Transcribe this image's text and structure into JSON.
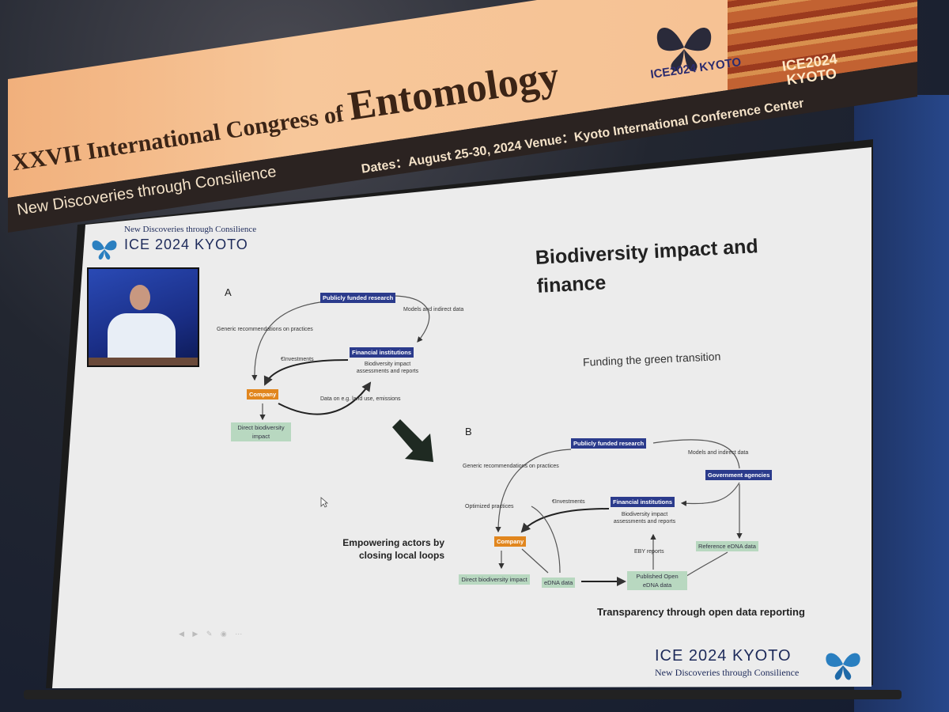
{
  "banner": {
    "congress_prefix": "XXVII International Congress of",
    "congress_main": "Entomology",
    "tagline": "New Discoveries through Consilience",
    "dates": "Dates：August 25-30, 2024  Venue：Kyoto International Conference Center",
    "logo_text": "ICE2024 KYOTO",
    "art_text_1": "ICE2024",
    "art_text_2": "KYOTO"
  },
  "slide": {
    "logo_top_sub": "New Discoveries through Consilience",
    "logo_top_main": "ICE 2024 KYOTO",
    "title": "Biodiversity impact and finance",
    "subtitle": "Funding the green transition",
    "panel_a": "A",
    "panel_b": "B",
    "side_text": "Empowering actors by closing local loops",
    "transparency": "Transparency through open data reporting",
    "logo_bottom_main": "ICE 2024 KYOTO",
    "logo_bottom_sub": "New Discoveries through Consilience",
    "diagram_a": {
      "research": "Publicly funded research",
      "generic": "Generic recommendations on practices",
      "models": "Models and indirect data",
      "investments": "€Investments",
      "financial": "Financial institutions",
      "impact_reports": "Biodiversity impact assessments and reports",
      "company": "Company",
      "data_on": "Data on e.g. land use, emissions",
      "direct_impact": "Direct biodiversity impact"
    },
    "diagram_b": {
      "research": "Publicly funded research",
      "generic": "Generic recommendations on practices",
      "models": "Models and indirect data",
      "government": "Government agencies",
      "optimized": "Optimized practices",
      "investments": "€Investments",
      "financial": "Financial institutions",
      "impact_reports": "Biodiversity impact assessments and reports",
      "company": "Company",
      "eby": "EBY reports",
      "reference": "Reference eDNA data",
      "direct_impact": "Direct biodiversity impact",
      "edna": "eDNA data",
      "published": "Published Open eDNA data"
    }
  },
  "colors": {
    "banner": "#f6c294",
    "blue_box": "#2b3b8c",
    "orange_box": "#e1861e",
    "green_box": "#b8d8c0"
  }
}
